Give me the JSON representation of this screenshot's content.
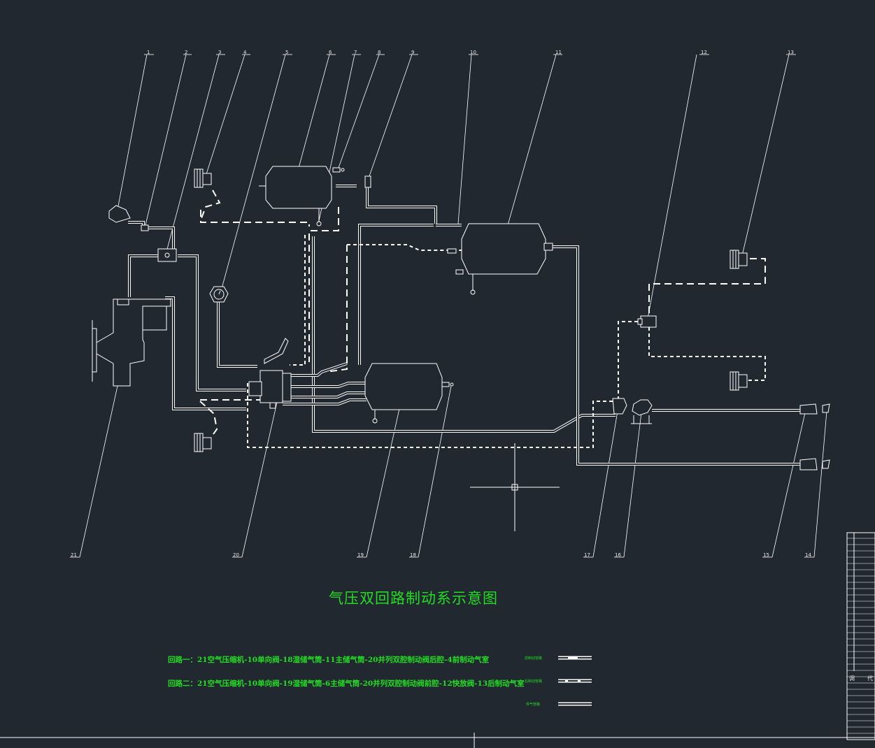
{
  "title": "气压双回路制动系示意图",
  "circuit_one": "回路一：21空气压缩机-10单向阀-18湿储气筒-11主储气筒-20并列双腔制动阀后腔-4前制动气室",
  "circuit_two": "回路二：21空气压缩机-10单向阀-19湿储气筒-6主储气筒-20并列双腔制动阀前腔-12快放阀-13后制动气室",
  "callouts": [
    "1",
    "2",
    "3",
    "4",
    "5",
    "6",
    "7",
    "8",
    "9",
    "10",
    "11",
    "12",
    "13",
    "21",
    "20",
    "19",
    "18",
    "17",
    "16",
    "15",
    "14"
  ],
  "legend": [
    "前制动管路",
    "后制动管路",
    "供气管路"
  ],
  "title_block": {
    "a": "调",
    "b": "代"
  },
  "colors": {
    "background": "#212830",
    "lines": "#ffffff",
    "annotation": "#22dd22"
  }
}
